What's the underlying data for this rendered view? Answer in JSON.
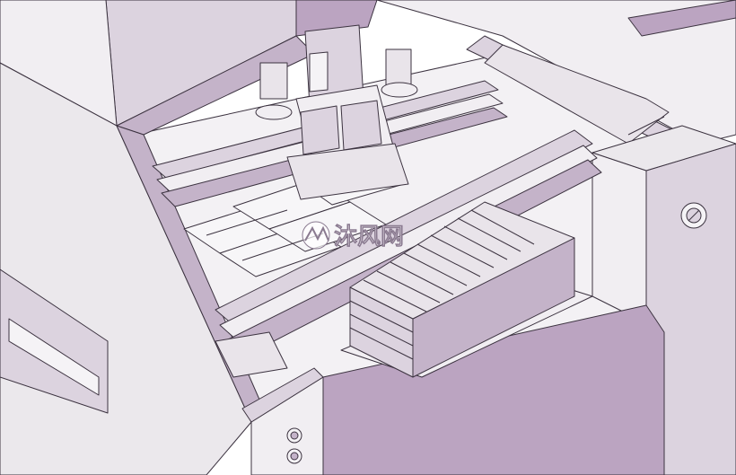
{
  "figure": {
    "kind": "3D CAD assembly render (isometric view)",
    "colors": {
      "frame_light": "#f1eef2",
      "frame_mid": "#dcd3df",
      "frame_dark": "#c4b3c9",
      "lilac": "#bba4c1",
      "line": "#3c3340",
      "bed": "#f3f1f4"
    },
    "components": [
      "machine-enclosure",
      "top-hood",
      "gantry-carriage",
      "gripper-head",
      "linear-rails",
      "work-trays",
      "stacked-tray-magazine",
      "front-control-buttons",
      "side-knob"
    ]
  },
  "watermark": {
    "text": "沐风网",
    "logo": "mf-logo"
  }
}
